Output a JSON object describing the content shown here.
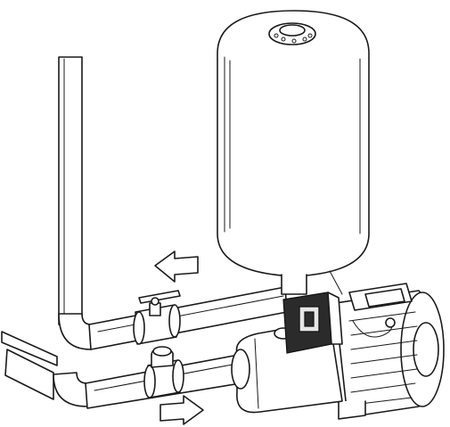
{
  "figure": {
    "components": {
      "tank": "pressure-vessel",
      "pump": "surface-pump",
      "pressure_switch": "pressure-switch",
      "ball_valve": "ball-valve",
      "check_valve": "check-valve"
    },
    "arrows": {
      "outlet_direction": "left",
      "inlet_direction": "right"
    }
  },
  "colors": {
    "line": "#1a1a1a",
    "background": "#ffffff",
    "switch_body": "#2b2b2b"
  }
}
